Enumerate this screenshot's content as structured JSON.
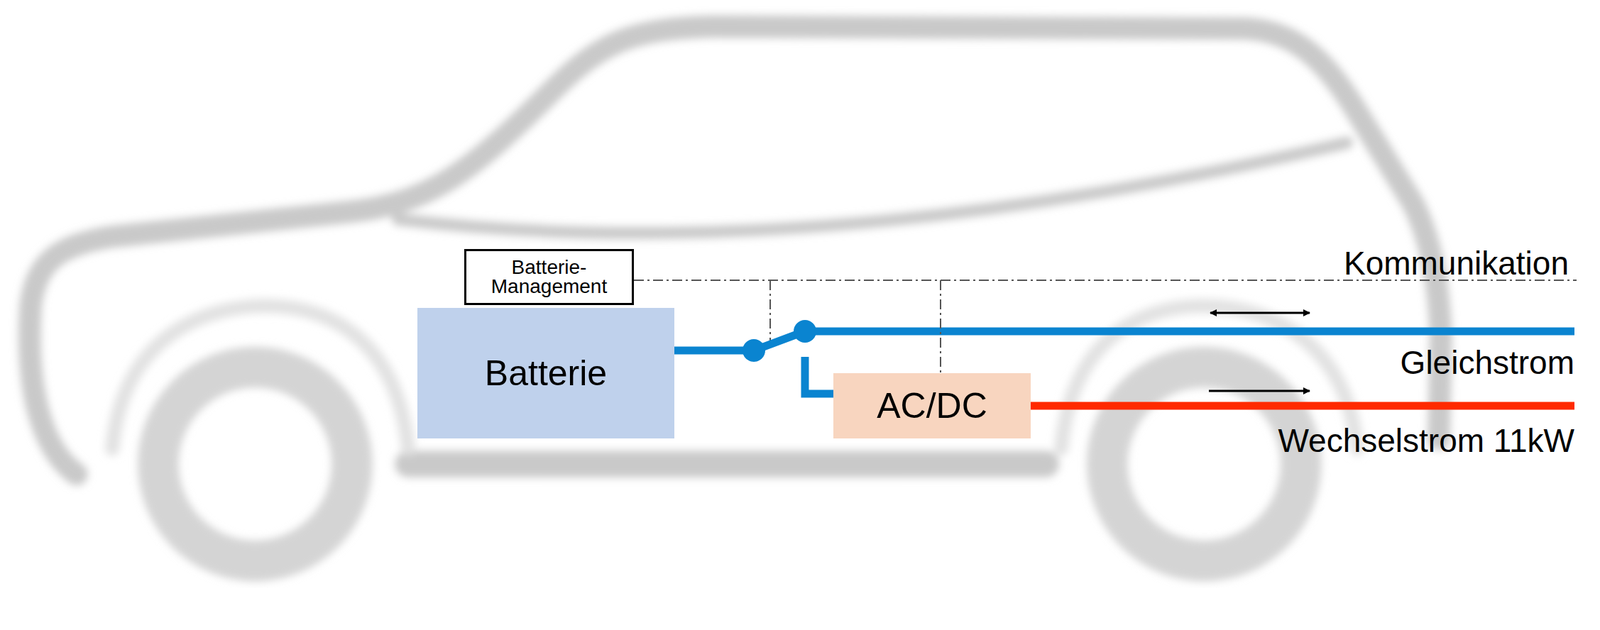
{
  "diagram": {
    "nodes": [
      {
        "text": [
          "Batterie-Management"
        ]
      },
      {
        "text": [
          "Batterie"
        ]
      },
      {
        "text": [
          "AC/DC"
        ]
      }
    ],
    "edges": [
      {
        "from": 1,
        "to": 2,
        "arrow": "none"
      },
      {
        "from": 0,
        "to": 2,
        "arrow": "none"
      }
    ],
    "labels": [
      "Kommunikation",
      "Gleichstrom",
      "Wechselstrom 11kW"
    ]
  }
}
